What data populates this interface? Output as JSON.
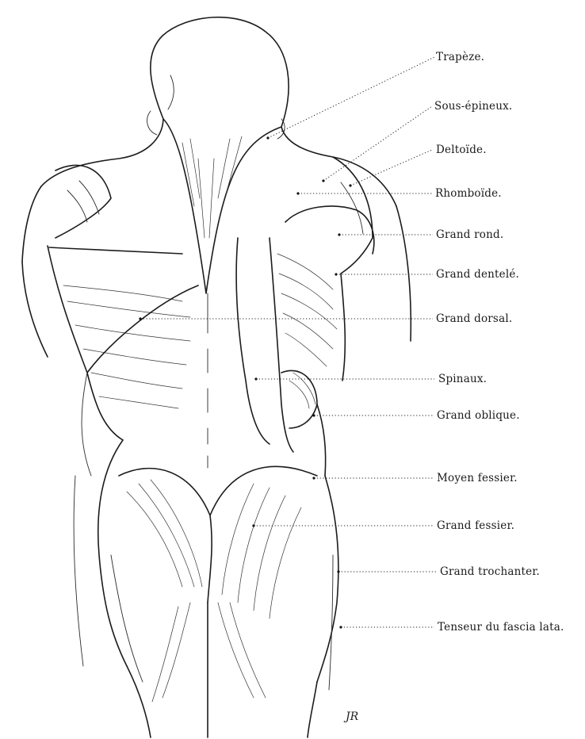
{
  "figure": {
    "labels": [
      "Trapèze.",
      "Sous-épineux.",
      "Deltoïde.",
      "Rhomboïde.",
      "Grand rond.",
      "Grand dentelé.",
      "Grand dorsal.",
      "Spinaux.",
      "Grand oblique.",
      "Moyen fessier.",
      "Grand fessier.",
      "Grand trochanter.",
      "Tenseur du fascia lata."
    ],
    "signature": "JR"
  }
}
